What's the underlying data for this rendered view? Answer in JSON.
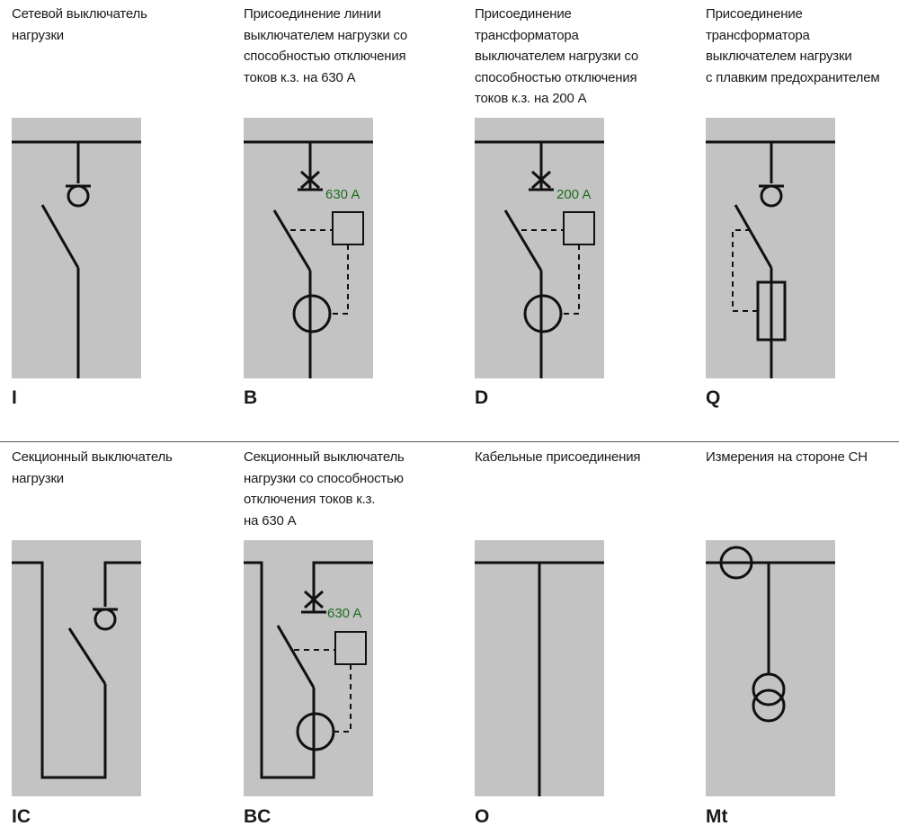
{
  "colors": {
    "panel": "#c3c3c3",
    "line": "#111111",
    "rating_text": "#1e6b1e",
    "divider": "#555555"
  },
  "items": [
    {
      "description": "Сетевой выключатель\nнагрузки",
      "code": "I",
      "symbols": [
        "load-break-switch"
      ]
    },
    {
      "description": "Присоединение линии\nвыключателем нагрузки со\nспособностью отключения\nтоков к.з. на 630 А",
      "code": "B",
      "rating": "630 A",
      "symbols": [
        "disconnector",
        "load-break-switch",
        "relay",
        "current-transformer"
      ]
    },
    {
      "description": "Присоединение\nтрансформатора\nвыключателем нагрузки со\nспособностью отключения\nтоков к.з. на 200 А",
      "code": "D",
      "rating": "200 A",
      "symbols": [
        "disconnector",
        "load-break-switch",
        "relay",
        "current-transformer"
      ]
    },
    {
      "description": "Присоединение\nтрансформатора\nвыключателем нагрузки\nс плавким предохранителем",
      "code": "Q",
      "symbols": [
        "load-break-switch",
        "fuse"
      ]
    },
    {
      "description": "Секционный выключатель\nнагрузки",
      "code": "IC",
      "symbols": [
        "load-break-switch"
      ]
    },
    {
      "description": "Секционный выключатель\nнагрузки со способностью\nотключения токов к.з.\nна 630 А",
      "code": "BC",
      "rating": "630 A",
      "symbols": [
        "disconnector",
        "load-break-switch",
        "relay",
        "current-transformer"
      ]
    },
    {
      "description": "Кабельные присоединения",
      "code": "O",
      "symbols": [
        "cable-connection"
      ]
    },
    {
      "description": "Измерения на стороне СН",
      "code": "Mt",
      "symbols": [
        "current-transformer",
        "voltage-transformer"
      ]
    }
  ]
}
